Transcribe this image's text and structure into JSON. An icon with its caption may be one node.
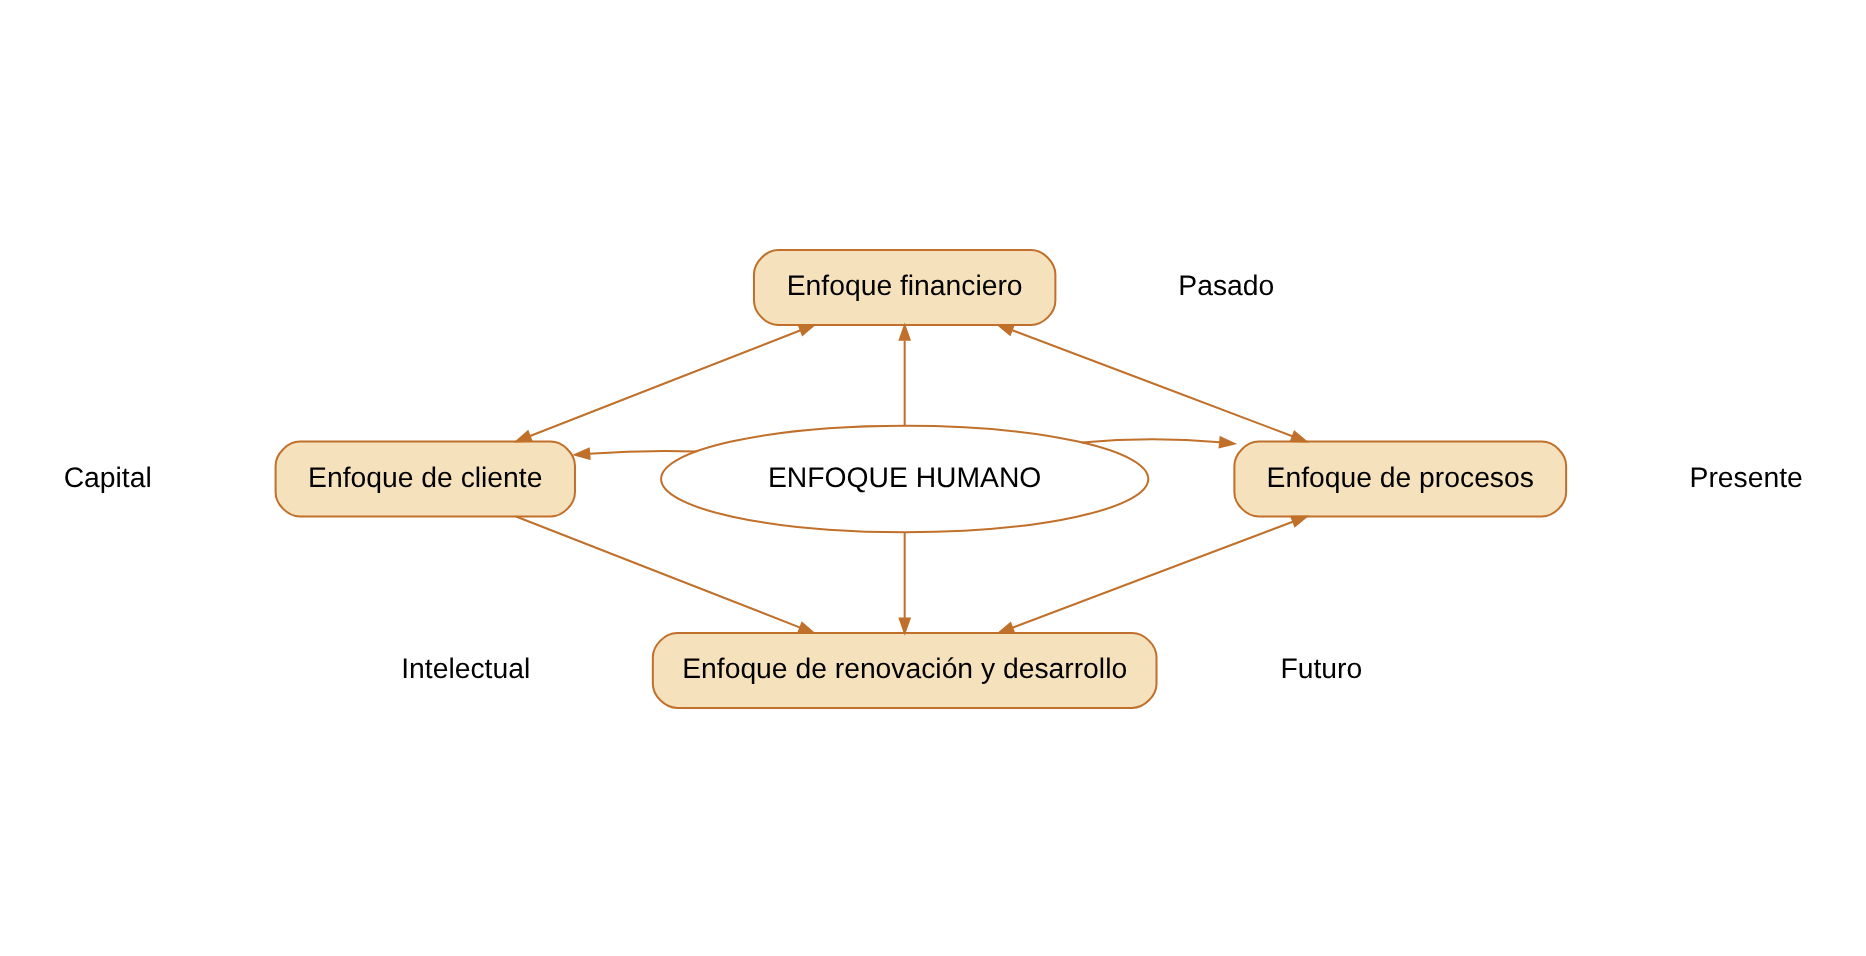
{
  "diagram": {
    "nodes": [
      {
        "text": [
          "Enfoque financiero"
        ]
      },
      {
        "text": [
          "Enfoque de cliente"
        ]
      },
      {
        "text": [
          "ENFOQUE HUMANO"
        ]
      },
      {
        "text": [
          "Enfoque de procesos"
        ]
      },
      {
        "text": [
          "Enfoque de renovación y desarrollo"
        ]
      }
    ],
    "edges": [
      {
        "from": 0,
        "to": 1,
        "arrow": "both"
      },
      {
        "from": 0,
        "to": 3,
        "arrow": "both"
      },
      {
        "from": 2,
        "to": 0,
        "arrow": "to"
      },
      {
        "from": 2,
        "to": 1,
        "arrow": "to"
      },
      {
        "from": 2,
        "to": 3,
        "arrow": "to"
      },
      {
        "from": 2,
        "to": 4,
        "arrow": "to"
      },
      {
        "from": 1,
        "to": 4,
        "arrow": "to"
      },
      {
        "from": 3,
        "to": 4,
        "arrow": "both"
      }
    ],
    "labels": [
      "Pasado",
      "Capital",
      "Presente",
      "Intelectual",
      "Futuro"
    ]
  }
}
